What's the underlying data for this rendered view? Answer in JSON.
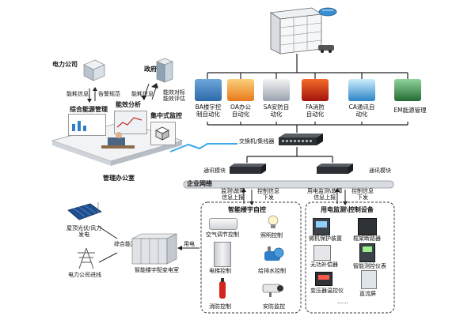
{
  "power_company": {
    "title": "电力公司",
    "info_left": "能耗信息",
    "info_right": "告警规范"
  },
  "government": {
    "title": "政府",
    "info_left": "能耗信息",
    "info_right": "能效对标\n能效评估"
  },
  "mgmt_office": {
    "screen_1": "综合能源管理",
    "screen_2": "能效分析",
    "screen_3": "集中式监控",
    "title": "管理办公室"
  },
  "categories": [
    {
      "label": "BA楼宇控\n制自动化",
      "color": "#3b7fc4"
    },
    {
      "label": "OA办公\n自动化",
      "color": "#f08a24"
    },
    {
      "label": "SA安防自\n动化",
      "color": "#c52b2b"
    },
    {
      "label": "FA消防\n自动化",
      "color": "#d93a1e"
    },
    {
      "label": "CA通讯自\n动化",
      "color": "#2a8fd4"
    },
    {
      "label": "EM能源管理",
      "color": "#2b7a3a"
    }
  ],
  "switch_label": "交换机/集线器",
  "comm_module_left": "通讯模块",
  "comm_module_right": "通讯模块",
  "enterprise_network": "企业网络",
  "link_left": {
    "up": "监测\\故障\n信息上报",
    "down": "控制信息\n下发"
  },
  "link_right": {
    "up": "用电监测\\故障\n信息上报",
    "down": "控制信息\n下发"
  },
  "building_group": {
    "title": "智能楼宇自控",
    "items": [
      "空气调节控制",
      "照明控制",
      "电梯控制",
      "给排水控制",
      "消防控制",
      "安防监控"
    ]
  },
  "power_group": {
    "title": "用电监测\\控制设备",
    "items": [
      "微机保护装置",
      "框架断路器",
      "无功补偿器",
      "智能测控仪表",
      "变压器温控仪",
      "直流屏"
    ],
    "more": "……"
  },
  "energy": {
    "solar": "屋顶光伏/风力\n发电",
    "grid": "电力公司进线",
    "mixer": "综合能源",
    "substation": "智能楼宇配变电室",
    "power_arrow": "用电"
  }
}
